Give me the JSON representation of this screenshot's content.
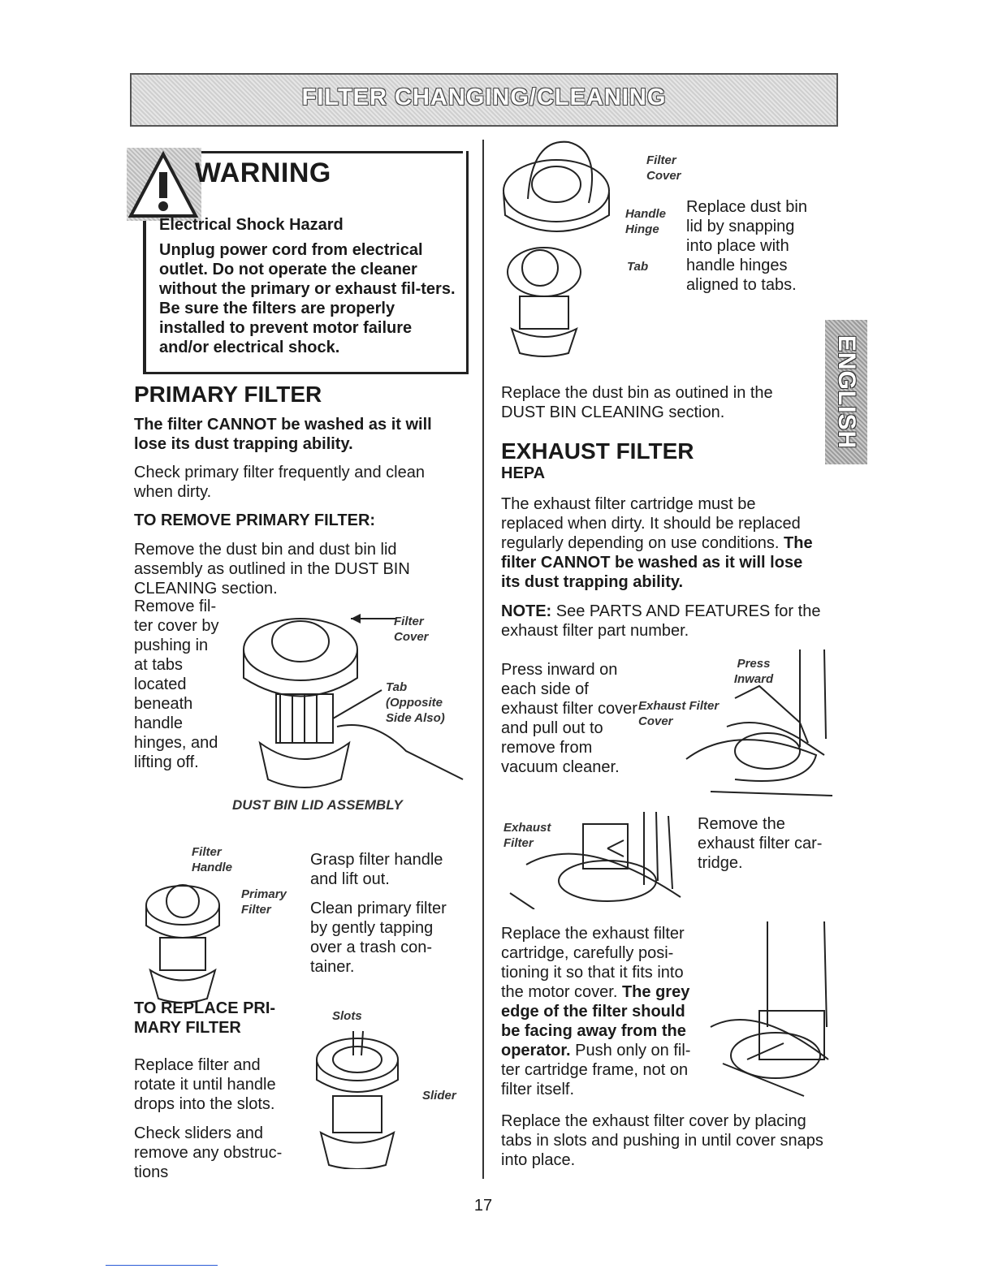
{
  "header": {
    "title": "FILTER CHANGING/CLEANING"
  },
  "warning": {
    "title": "WARNING",
    "subtitle": "Electrical Shock Hazard",
    "body": "Unplug power cord from electrical outlet. Do not operate the cleaner without the primary or exhaust fil-ters. Be sure the filters are properly installed to prevent motor failure and/or electrical shock."
  },
  "primary": {
    "heading": "PRIMARY FILTER",
    "bold_note": "The filter CANNOT be washed as it will lose its dust trapping ability.",
    "check": "Check primary filter frequently and clean when dirty.",
    "remove_heading": "TO REMOVE PRIMARY FILTER:",
    "remove_text": "Remove the dust bin and dust bin lid assembly as outlined in the DUST BIN CLEANING section.",
    "remove_cover": "Remove fil-ter cover by pushing in at tabs located beneath handle hinges, and lifting off.",
    "fig1_filter_cover": "Filter Cover",
    "fig1_tab": "Tab (Opposite Side Also)",
    "fig1_caption": "DUST BIN LID ASSEMBLY",
    "fig2_filter_handle": "Filter Handle",
    "fig2_primary_filter": "Primary Filter",
    "grasp": "Grasp filter handle and lift out.",
    "clean": "Clean primary filter by gently tapping over a trash con-tainer.",
    "replace_heading": "TO REPLACE PRI-MARY FILTER",
    "replace_text": "Replace filter and rotate it until handle drops into the slots.",
    "check_sliders": "Check sliders and remove any obstruc-tions",
    "fig3_slots": "Slots",
    "fig3_slider": "Slider"
  },
  "right": {
    "fig_filter_cover": "Filter Cover",
    "fig_handle_hinge": "Handle Hinge",
    "fig_tab": "Tab",
    "replace_lid": "Replace dust bin lid by snapping into place with handle hinges aligned to tabs.",
    "replace_bin": "Replace the dust bin as outined in the DUST BIN CLEANING section.",
    "exhaust_heading": "EXHAUST FILTER",
    "hepa": "HEPA",
    "exhaust_text": "The exhaust filter cartridge must be replaced when dirty. It should be replaced regularly depending on use conditions.",
    "exhaust_bold": "The filter CANNOT be washed as it will lose its dust trapping ability.",
    "note_label": "NOTE:",
    "note_text": "See PARTS AND FEATURES for the exhaust filter part number.",
    "press_text": "Press inward on each side of exhaust filter cover and pull out to remove from vacuum cleaner.",
    "fig_press_inward": "Press Inward",
    "fig_exhaust_cover": "Exhaust Filter Cover",
    "fig_exhaust_filter": "Exhaust Filter",
    "remove_cartridge": "Remove the exhaust filter car-tridge.",
    "replace_cartridge": "Replace the exhaust filter cartridge, carefully posi-tioning it so that it fits into the motor cover.",
    "grey_edge_bold": "The grey edge of the filter should be facing away from the operator.",
    "push_text": "Push only on fil-ter cartridge frame, not on filter itself.",
    "replace_cover": "Replace the exhaust filter cover by placing tabs in slots and pushing in until cover snaps into place."
  },
  "side_tab": "ENGLISH",
  "page_number": "17"
}
